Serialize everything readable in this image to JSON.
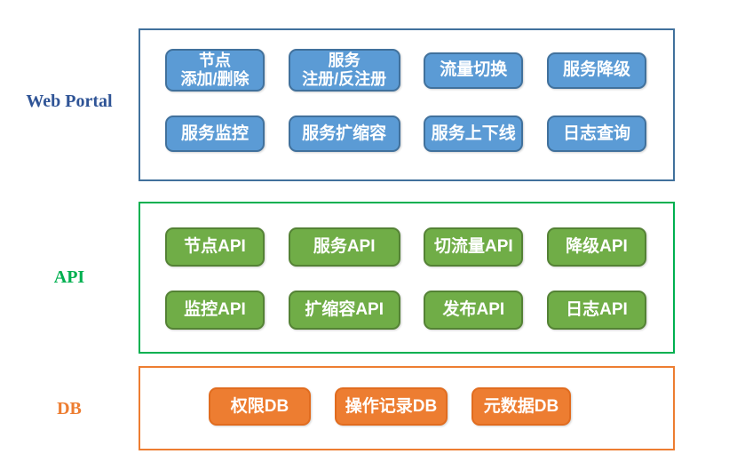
{
  "diagram": {
    "box_text_color": "#FFFFFF",
    "layers": [
      {
        "label": "Web Portal",
        "colors": {
          "box_fill": "#5B9BD5",
          "box_border": "#41719C",
          "container_border": "#41719C",
          "label": "#2F5496"
        },
        "rows": [
          [
            "节点\n添加/删除",
            "服务\n注册/反注册",
            "流量切换",
            "服务降级"
          ],
          [
            "服务监控",
            "服务扩缩容",
            "服务上下线",
            "日志查询"
          ]
        ]
      },
      {
        "label": "API",
        "colors": {
          "box_fill": "#70AD47",
          "box_border": "#548235",
          "container_border": "#00B050",
          "label": "#00B050"
        },
        "rows": [
          [
            "节点API",
            "服务API",
            "切流量API",
            "降级API"
          ],
          [
            "监控API",
            "扩缩容API",
            "发布API",
            "日志API"
          ]
        ]
      },
      {
        "label": "DB",
        "colors": {
          "box_fill": "#ED7D31",
          "box_border": "#E16C1F",
          "container_border": "#ED7D31",
          "label": "#ED7D31"
        },
        "rows": [
          [
            "权限DB",
            "操作记录DB",
            "元数据DB"
          ]
        ]
      }
    ]
  }
}
